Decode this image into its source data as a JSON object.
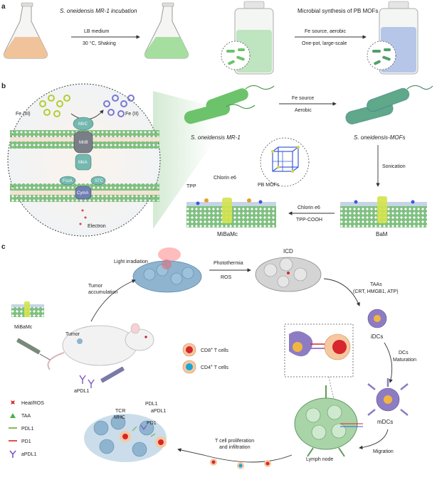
{
  "panels": {
    "a": "a",
    "b": "b",
    "c": "c"
  },
  "a": {
    "incubation_label": "S. oneidensis MR-1 incubation",
    "step1_top": "LB medium",
    "step1_bottom": "30 °C, Shaking",
    "synthesis_label": "Microbial synthesis of PB MOFs",
    "step2_top": "Fe source, aerobic",
    "step2_bottom": "One-pot, large-scale"
  },
  "b": {
    "fe3": "Fe (III)",
    "fe2": "Fe (II)",
    "proteins": {
      "mtrc": "MtrC",
      "mtrb": "MtrB",
      "mtra": "MtrA",
      "fcca": "FccA",
      "stc": "STC",
      "cyma": "CymA"
    },
    "electron": "Electron",
    "mr1_label": "S. oneidensis MR-1",
    "mofs_label": "S. oneidensis-MOFs",
    "fe_source": "Fe source",
    "aerobic": "Aerobic",
    "sonication": "Sonication",
    "tpp": "TPP",
    "chlorin": "Chlorin e6",
    "pb_mofs": "PB MOFs",
    "chlorin2": "Chlorin e6",
    "tpp_cooh": "TPP-COOH",
    "mibamc": "MiBaMc",
    "bam": "BaM"
  },
  "c": {
    "light": "Light irradiation",
    "photothermia": "Photothermia",
    "ros": "ROS",
    "icd": "ICD",
    "taas": "TAAs",
    "taas_list": "(CRT, HMGB1, ATP)",
    "tumor_accumulation_1": "Tumor",
    "tumor_accumulation_2": "accumulation",
    "mibamc": "MiBaMc",
    "tumor": "Tumor",
    "idcs": "iDCs",
    "dcs_1": "DCs",
    "dcs_2": "Maturation",
    "cd8": "CD8",
    "cd4": "CD4",
    "plus": "+",
    "tcells": " T cells",
    "apdl1": "aPDL1",
    "mdcs": "mDCs",
    "migration": "Migration",
    "lymph_node": "Lymph node",
    "prolif_1": "T cell proliferation",
    "prolif_2": "and infiltration",
    "tcr": "TCR",
    "mhc": "MHC",
    "pdl1": "PDL1",
    "apdl1_2": "aPDL1",
    "pd1": "PD1",
    "legend": [
      {
        "label": "Heat/ROS",
        "color": "#d7262d"
      },
      {
        "label": "TAA",
        "color": "#49b34d"
      },
      {
        "label": "PDL1",
        "color": "#7cb342"
      },
      {
        "label": "PD1",
        "color": "#e53935"
      },
      {
        "label": "aPDL1",
        "color": "#7e57c2"
      }
    ]
  },
  "colors": {
    "bacteria_green": "#6cc36b",
    "membrane_green": "#8cc98f",
    "pb_blue": "#3a5bd9",
    "tumor_blue": "#8fb4cf",
    "dc_purple": "#8e7cc3"
  }
}
